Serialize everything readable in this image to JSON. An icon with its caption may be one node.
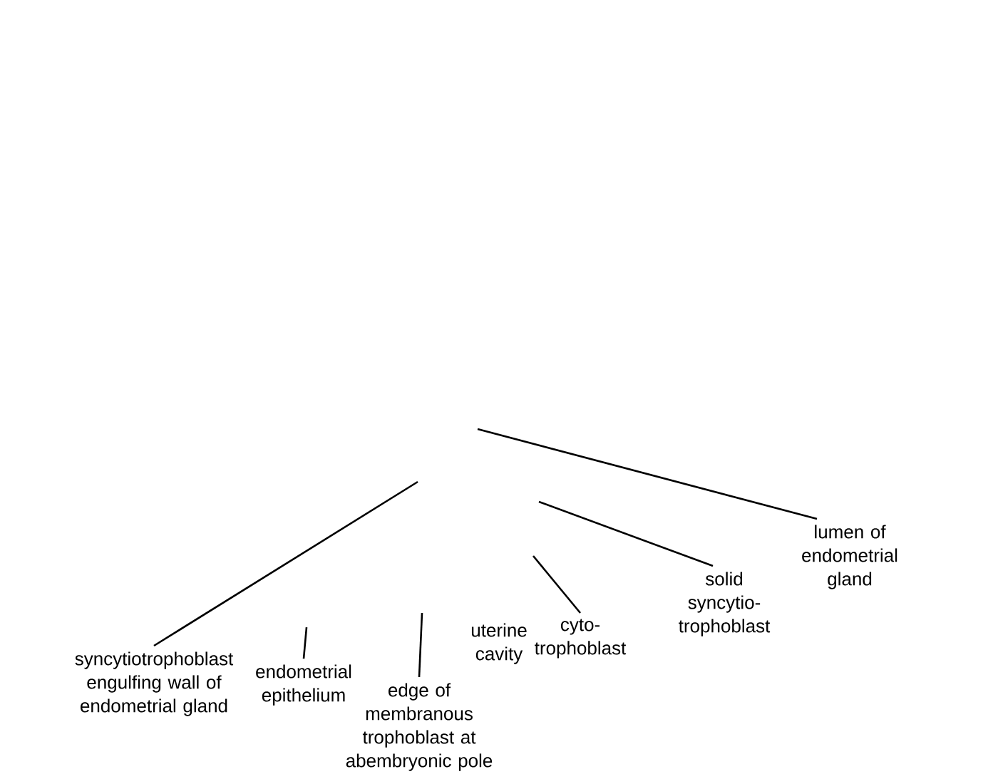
{
  "diagram": {
    "nodes": [
      {
        "text": [
          "syncytiotrophoblast engulfing wall of endometrial gland"
        ]
      },
      {
        "text": [
          "endometrial epithelium"
        ]
      },
      {
        "text": [
          "edge of membranous trophoblast at abembryonic pole"
        ]
      },
      {
        "text": [
          "cyto- trophoblast"
        ]
      },
      {
        "text": [
          "solid syncytio- trophoblast"
        ]
      },
      {
        "text": [
          "lumen of endometrial gland"
        ]
      }
    ],
    "edges": [
      {
        "from": 0,
        "to": null,
        "arrow": "none"
      },
      {
        "from": 1,
        "to": null,
        "arrow": "none"
      },
      {
        "from": 2,
        "to": null,
        "arrow": "none"
      },
      {
        "from": 3,
        "to": null,
        "arrow": "none"
      },
      {
        "from": 4,
        "to": null,
        "arrow": "none"
      },
      {
        "from": 5,
        "to": null,
        "arrow": "none"
      }
    ],
    "labels": [
      "uterine cavity"
    ]
  }
}
